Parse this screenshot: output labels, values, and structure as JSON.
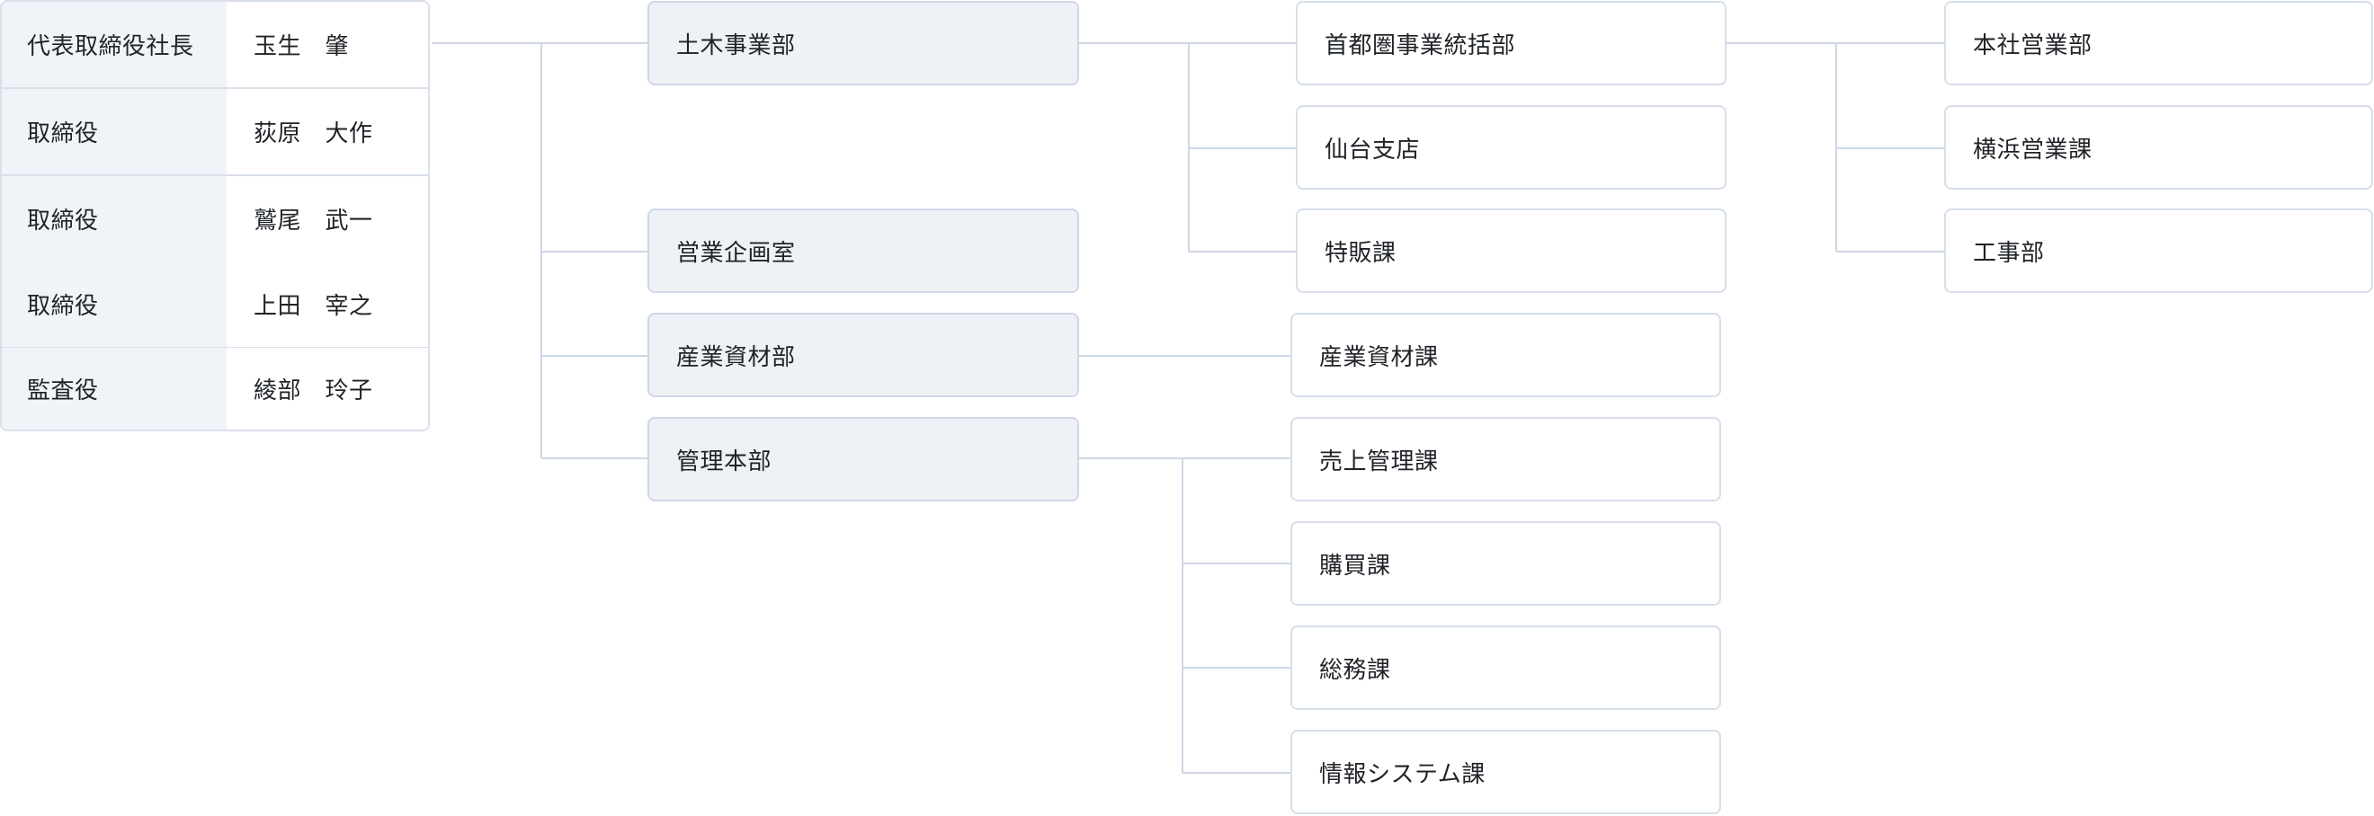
{
  "officers": [
    {
      "title": "代表取締役社長",
      "name": "玉生　肇"
    },
    {
      "title": "取締役",
      "name": "荻原　大作"
    },
    {
      "title": "取締役",
      "name": "鷲尾　武一"
    },
    {
      "title": "取締役",
      "name": "上田　宰之"
    },
    {
      "title": "監査役",
      "name": "綾部　玲子"
    }
  ],
  "divisions": {
    "civil": "土木事業部",
    "sales_planning": "営業企画室",
    "industrial_materials": "産業資材部",
    "administration": "管理本部"
  },
  "civil_children": {
    "metro_hq": "首都圏事業統括部",
    "sendai": "仙台支店",
    "special_sales": "特販課"
  },
  "metro_children": {
    "head_sales": "本社営業部",
    "yokohama": "横浜営業課",
    "construction": "工事部"
  },
  "industrial_children": {
    "materials_section": "産業資材課"
  },
  "admin_children": {
    "sales_mgmt": "売上管理課",
    "purchasing": "購買課",
    "general_affairs": "総務課",
    "it_systems": "情報システム課"
  },
  "colors": {
    "line": "#cfd7e6",
    "division_fill": "#eef2f6",
    "label_fill": "#f0f3f7",
    "border": "#d6deea"
  }
}
